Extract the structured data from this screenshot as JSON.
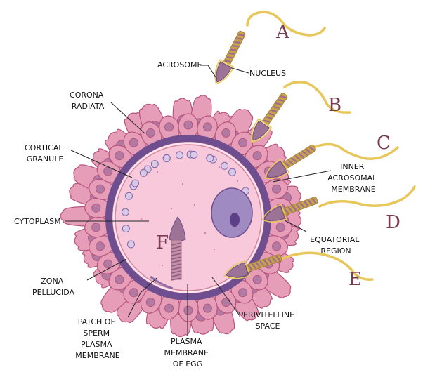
{
  "colors": {
    "corona_fill": "#E69DB8",
    "corona_stroke": "#B8557E",
    "corona_nucleus": "#B07AA3",
    "zona": "#6E4E8F",
    "cytoplasm": "#F8C9DA",
    "granule_fill": "#D9C9E6",
    "granule_stroke": "#7E68A6",
    "egg_nucleus": "#9F8BC2",
    "egg_nucleolus": "#5D3F87",
    "sperm_tail": "#E8C75A",
    "sperm_head": "#9C7396",
    "midpiece": "#C9A24A",
    "letter_color": "#7A3B4F"
  },
  "labels": {
    "acrosome": "ACROSOME",
    "nucleus": "NUCLEUS",
    "corona": [
      "CORONA",
      "RADIATA"
    ],
    "cortical": [
      "CORTICAL",
      "GRANULE"
    ],
    "cytoplasm": "CYTOPLASM",
    "zona": [
      "ZONA",
      "PELLUCIDA"
    ],
    "patch": [
      "PATCH OF",
      "SPERM",
      "PLASMA",
      "MEMBRANE"
    ],
    "plasma": [
      "PLASMA",
      "MEMBRANE",
      "OF EGG"
    ],
    "perivitelline": [
      "PERIVITELLINE",
      "SPACE"
    ],
    "equatorial": [
      "EQUATORIAL",
      "REGION"
    ],
    "inner": [
      "INNER",
      "ACROSOMAL",
      "MEMBRANE"
    ]
  },
  "stages": [
    "A",
    "B",
    "C",
    "D",
    "E",
    "F"
  ]
}
